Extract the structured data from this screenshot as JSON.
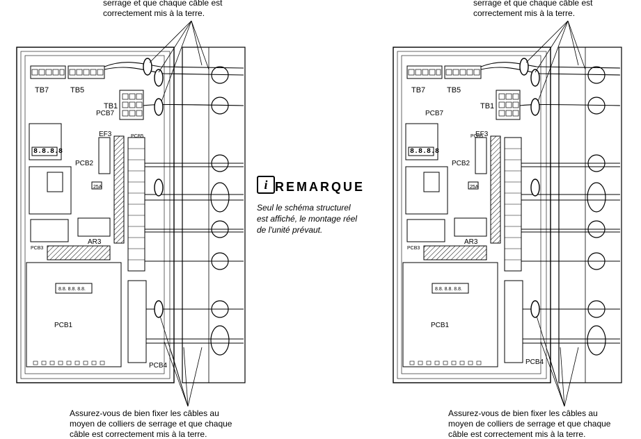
{
  "captions": {
    "top_left_line1": "serrage et que chaque câble est",
    "top_left_line2": "correctement mis à la terre.",
    "top_right_line1": "serrage et que chaque câble est",
    "top_right_line2": "correctement mis à la terre.",
    "bottom_left_line1": "Assurez-vous de bien fixer les câbles au",
    "bottom_left_line2": "moyen de colliers de serrage et que chaque",
    "bottom_left_line3": "câble est correctement mis à la terre.",
    "bottom_right_line1": "Assurez-vous de bien fixer les câbles au",
    "bottom_right_line2": "moyen de colliers de serrage et que chaque",
    "bottom_right_line3": "câble est correctement mis à la terre."
  },
  "note": {
    "icon": "info-icon",
    "title": "REMARQUE",
    "line1": "Seul le schéma structurel",
    "line2": "est affiché, le montage réel",
    "line3": "de l'unité prévaut."
  },
  "left_panel": {
    "tb7": "TB7",
    "tb5": "TB5",
    "tb1": "TB1",
    "pcb7": "PCB7",
    "ef3": "EF3",
    "pcb5": "PCB5",
    "pcb2": "PCB2",
    "fuse": "25A",
    "ar3": "AR3",
    "pcb3": "PCB3",
    "pcb1": "PCB1",
    "pcb4": "PCB4",
    "display": "8.8.8.8",
    "pcb1_digits": "8.8. 8.8. 8.8."
  },
  "right_panel": {
    "tb7": "TB7",
    "tb5": "TB5",
    "tb1": "TB1",
    "pcb7": "PCB7",
    "ef3": "EF3",
    "pcb5": "PCB5",
    "pcb2": "PCB2",
    "fuse": "25A",
    "ar3": "AR3",
    "pcb3": "PCB3",
    "pcb1": "PCB1",
    "pcb4": "PCB4",
    "display": "8.8.8.8",
    "pcb1_digits": "8.8. 8.8. 8.8."
  }
}
